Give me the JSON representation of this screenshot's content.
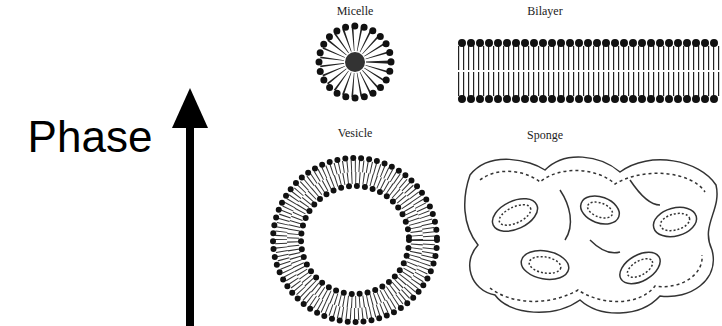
{
  "diagram": {
    "labels": [
      "Micelle",
      "Bilayer",
      "Vesicle",
      "Sponge",
      "Phase"
    ]
  }
}
